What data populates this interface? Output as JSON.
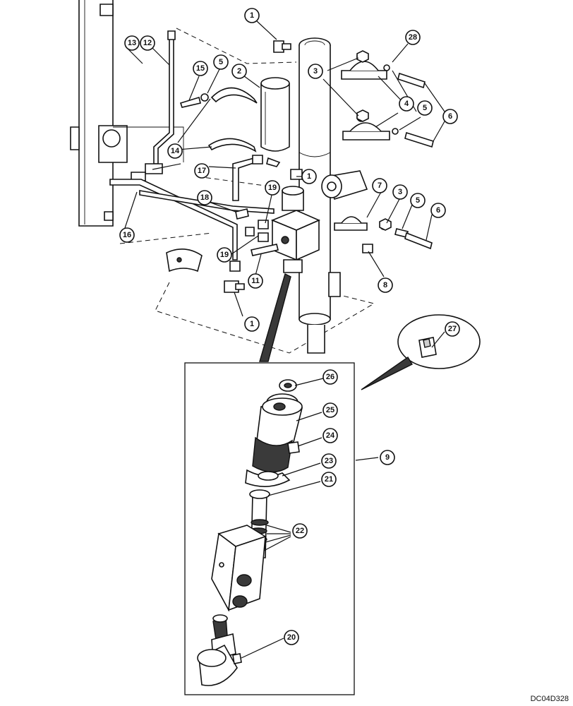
{
  "drawing_code": "DC04D328",
  "callouts": [
    {
      "id": "c1a",
      "label": "1"
    },
    {
      "id": "c1b",
      "label": "1"
    },
    {
      "id": "c1c",
      "label": "1"
    },
    {
      "id": "c2",
      "label": "2"
    },
    {
      "id": "c3a",
      "label": "3"
    },
    {
      "id": "c3b",
      "label": "3"
    },
    {
      "id": "c4",
      "label": "4"
    },
    {
      "id": "c5a",
      "label": "5"
    },
    {
      "id": "c5b",
      "label": "5"
    },
    {
      "id": "c5c",
      "label": "5"
    },
    {
      "id": "c6a",
      "label": "6"
    },
    {
      "id": "c6b",
      "label": "6"
    },
    {
      "id": "c7",
      "label": "7"
    },
    {
      "id": "c8",
      "label": "8"
    },
    {
      "id": "c9",
      "label": "9"
    },
    {
      "id": "c11",
      "label": "11"
    },
    {
      "id": "c12",
      "label": "12"
    },
    {
      "id": "c13",
      "label": "13"
    },
    {
      "id": "c14",
      "label": "14"
    },
    {
      "id": "c15",
      "label": "15"
    },
    {
      "id": "c16",
      "label": "16"
    },
    {
      "id": "c17",
      "label": "17"
    },
    {
      "id": "c18",
      "label": "18"
    },
    {
      "id": "c19a",
      "label": "19"
    },
    {
      "id": "c19b",
      "label": "19"
    },
    {
      "id": "c20",
      "label": "20"
    },
    {
      "id": "c21",
      "label": "21"
    },
    {
      "id": "c22",
      "label": "22"
    },
    {
      "id": "c23",
      "label": "23"
    },
    {
      "id": "c24",
      "label": "24"
    },
    {
      "id": "c25",
      "label": "25"
    },
    {
      "id": "c26",
      "label": "26"
    },
    {
      "id": "c27",
      "label": "27"
    },
    {
      "id": "c28",
      "label": "28"
    }
  ]
}
